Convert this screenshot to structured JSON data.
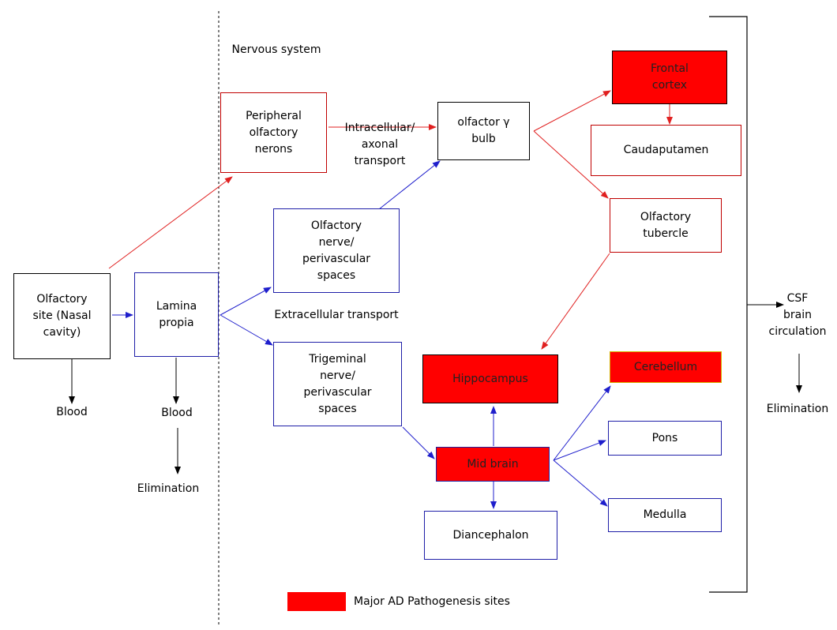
{
  "header": {
    "nervous_system": "Nervous system"
  },
  "nodes": {
    "olfactory_site": "Olfactory\nsite (Nasal\ncavity)",
    "lamina_propia": "Lamina\npropia",
    "peripheral_neurons": "Peripheral\nolfactory\nnerons",
    "olfactory_bulb": "olfactor γ\nbulb",
    "olfactory_nerve": "Olfactory\nnerve/\nperivascular\nspaces",
    "trigeminal_nerve": "Trigeminal\nnerve/\nperivascular\nspaces",
    "frontal_cortex": "Frontal\ncortex",
    "caudaputamen": "Caudaputamen",
    "olfactory_tubercle": "Olfactory\ntubercle",
    "hippocampus": "Hippocampus",
    "mid_brain": "Mid brain",
    "diancephalon": "Diancephalon",
    "cerebellum": "Cerebellum",
    "pons": "Pons",
    "medulla": "Medulla"
  },
  "labels": {
    "intracellular_transport": "Intracellular/\naxonal\ntransport",
    "extracellular_transport": "Extracellular transport",
    "blood_left": "Blood",
    "blood_lamina": "Blood",
    "elimination_left": "Elimination",
    "csf": "CSF\nbrain\ncirculation",
    "elimination_right": "Elimination"
  },
  "legend": {
    "label": "Major AD Pathogenesis sites",
    "color": "#ff0000"
  },
  "colors": {
    "red_path": "#e02020",
    "blue_path": "#1f1fcc",
    "black_path": "#000000",
    "highlight": "#ff0000"
  }
}
